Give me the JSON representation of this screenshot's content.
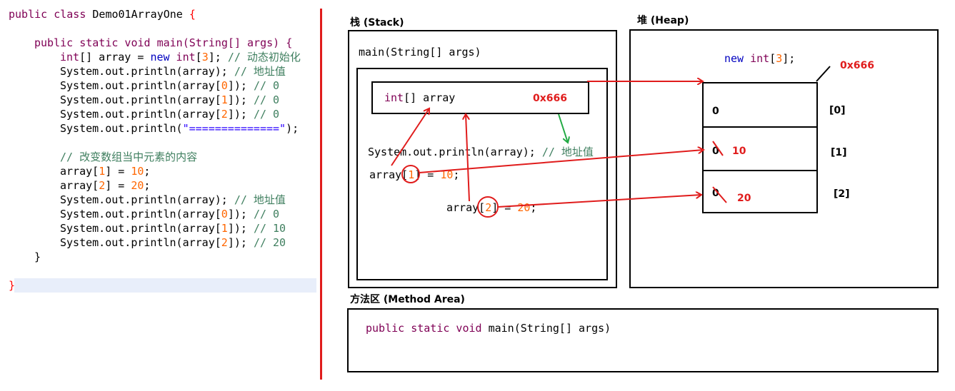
{
  "code": {
    "class_kw1": "public",
    "class_kw2": "class",
    "class_name": "Demo01ArrayOne",
    "open_brace": "{",
    "main_sig": "public static void main(String[] args) {",
    "l1_type": "int",
    "l1_mid": "[] array = ",
    "l1_new": "new",
    "l1_int": " int",
    "l1_b1": "[",
    "l1_n": "3",
    "l1_b2": "]; ",
    "l1_cm": "// 动态初始化",
    "l2": "System.out.println(array); ",
    "l2_cm": "// 地址值",
    "l3a": "System.out.println(array[",
    "l3n": "0",
    "l3b": "]); ",
    "l3_cm": "// 0",
    "l4a": "System.out.println(array[",
    "l4n": "1",
    "l4b": "]); ",
    "l4_cm": "// 0",
    "l5a": "System.out.println(array[",
    "l5n": "2",
    "l5b": "]); ",
    "l5_cm": "// 0",
    "l6a": "System.out.println(",
    "l6s": "\"==============\"",
    "l6b": ");",
    "l7_cm": "// 改变数组当中元素的内容",
    "l8a": "array[",
    "l8n1": "1",
    "l8b": "] = ",
    "l8n2": "10",
    "l8c": ";",
    "l9a": "array[",
    "l9n1": "2",
    "l9b": "] = ",
    "l9n2": "20",
    "l9c": ";",
    "l10": "System.out.println(array); ",
    "l10_cm": "// 地址值",
    "l11a": "System.out.println(array[",
    "l11n": "0",
    "l11b": "]); ",
    "l11_cm": "// 0",
    "l12a": "System.out.println(array[",
    "l12n": "1",
    "l12b": "]); ",
    "l12_cm": "// 10",
    "l13a": "System.out.println(array[",
    "l13n": "2",
    "l13b": "]); ",
    "l13_cm": "// 20",
    "close_inner": "}",
    "close_outer": "}"
  },
  "diagram": {
    "stack_title": "栈 (Stack)",
    "heap_title": "堆 (Heap)",
    "method_title": "方法区 (Method Area)",
    "stack_frame": "main(String[] args)",
    "var_type": "int",
    "var_rest": "[] array",
    "var_value": "0x666",
    "println_a": "System.out.println(array); ",
    "println_cm": "// 地址值",
    "assign1_a": "array[",
    "assign1_n": "1",
    "assign1_b": "] = ",
    "assign1_v": "10",
    "assign1_c": ";",
    "assign2_a": "array[",
    "assign2_n": "2",
    "assign2_b": "] = ",
    "assign2_v": "20",
    "assign2_c": ";",
    "heap_new": "new",
    "heap_int": " int",
    "heap_b1": "[",
    "heap_n": "3",
    "heap_b2": "];",
    "heap_addr": "0x666",
    "cells": [
      {
        "old": "0",
        "new": "",
        "index": "[0]"
      },
      {
        "old": "0",
        "new": "10",
        "index": "[1]"
      },
      {
        "old": "0",
        "new": "20",
        "index": "[2]"
      }
    ],
    "method_sig_kw": "public static void",
    "method_sig_rest": " main(String[] args)"
  },
  "colors": {
    "keyword": "#7f0055",
    "comment": "#3f7f5f",
    "number": "#ff6600",
    "annotation_red": "#e01c1c",
    "annotation_green": "#22aa44"
  }
}
